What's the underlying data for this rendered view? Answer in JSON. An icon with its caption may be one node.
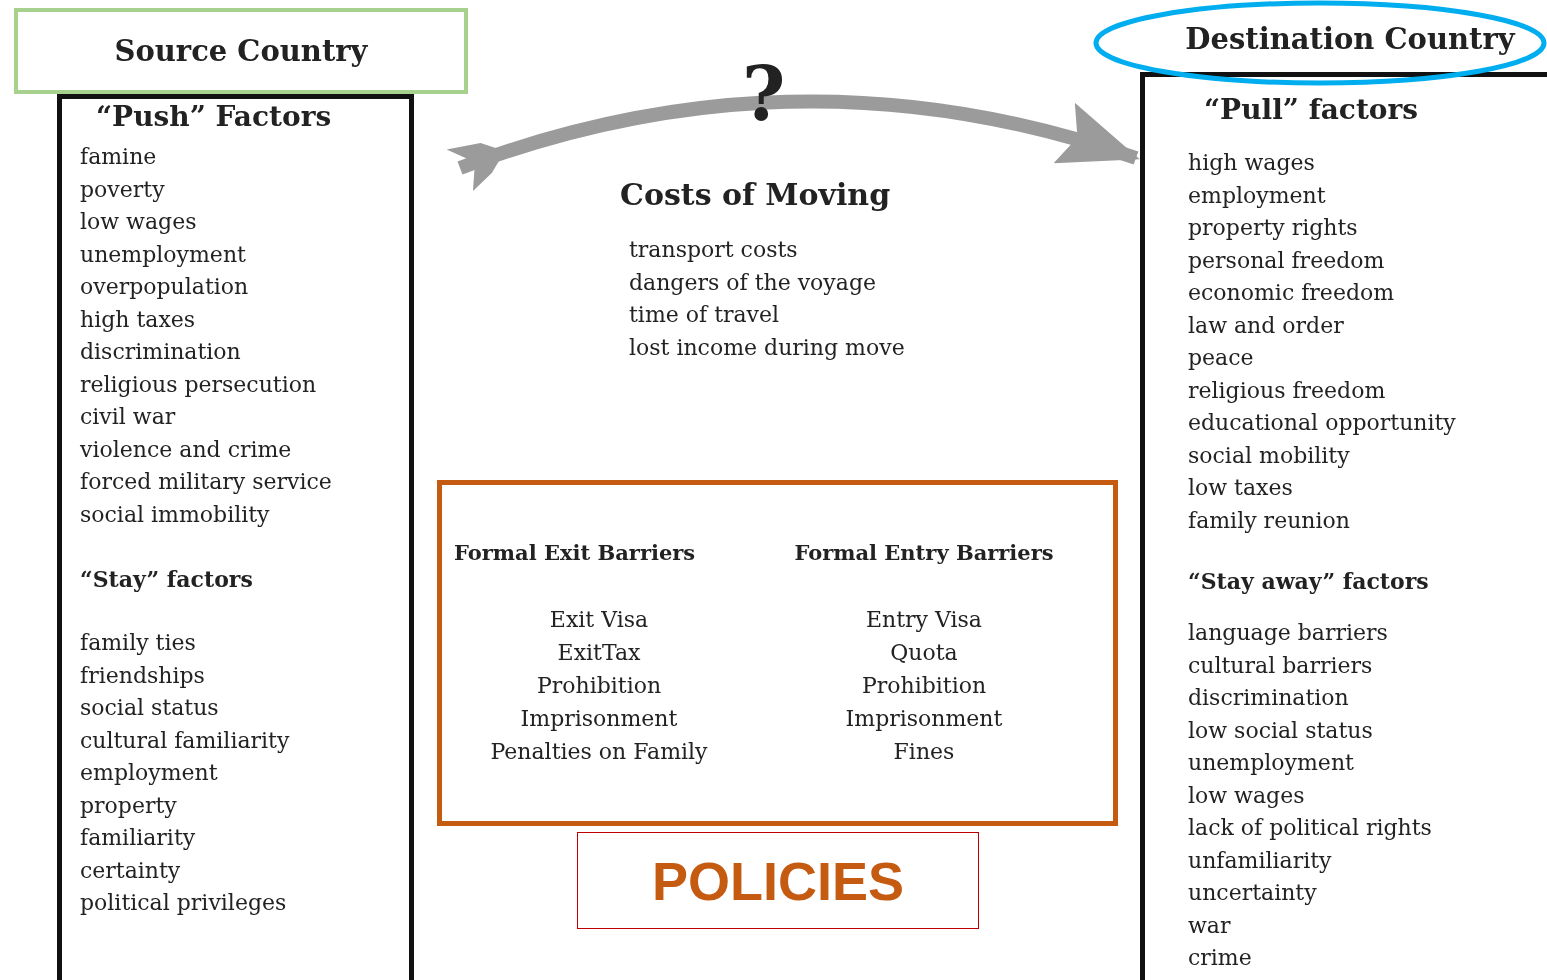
{
  "diagram": {
    "nodes": [
      {
        "text": [
          "Source Country"
        ]
      },
      {
        "text": [
          "“Push” Factors",
          "famine",
          "poverty",
          "low wages",
          "unemployment",
          "overpopulation",
          "high taxes",
          "discrimination",
          "religious persecution",
          "civil war",
          "violence and crime",
          "forced military service",
          "social immobility",
          "“Stay” factors",
          "family ties",
          "friendships",
          "social status",
          "cultural familiarity",
          "employment",
          "property",
          "familiarity",
          "certainty",
          "political privileges"
        ]
      },
      {
        "text": [
          "Destination Country"
        ]
      },
      {
        "text": [
          "“Pull” factors",
          "high wages",
          "employment",
          "property rights",
          "personal freedom",
          "economic freedom",
          "law and order",
          "peace",
          "religious freedom",
          "educational opportunity",
          "social mobility",
          "low taxes",
          "family reunion",
          "“Stay away” factors",
          "language barriers",
          "cultural barriers",
          "discrimination",
          "low social status",
          "unemployment",
          "low wages",
          "lack of political rights",
          "unfamiliarity",
          "uncertainty",
          "war",
          "crime"
        ]
      },
      {
        "text": [
          "Formal Exit Barriers",
          "Exit Visa",
          "ExitTax",
          "Prohibition",
          "Imprisonment",
          "Penalties on Family",
          "Formal Entry Barriers",
          "Entry Visa",
          "Quota",
          "Prohibition",
          "Imprisonment",
          "Fines"
        ]
      },
      {
        "text": [
          "POLICIES"
        ]
      }
    ],
    "edges": [
      {
        "from": 1,
        "to": 3,
        "arrow": "to"
      }
    ],
    "labels": [
      "?",
      "Costs of Moving",
      "transport costs",
      "dangers of the voyage",
      "time of travel",
      "lost income during move"
    ]
  }
}
